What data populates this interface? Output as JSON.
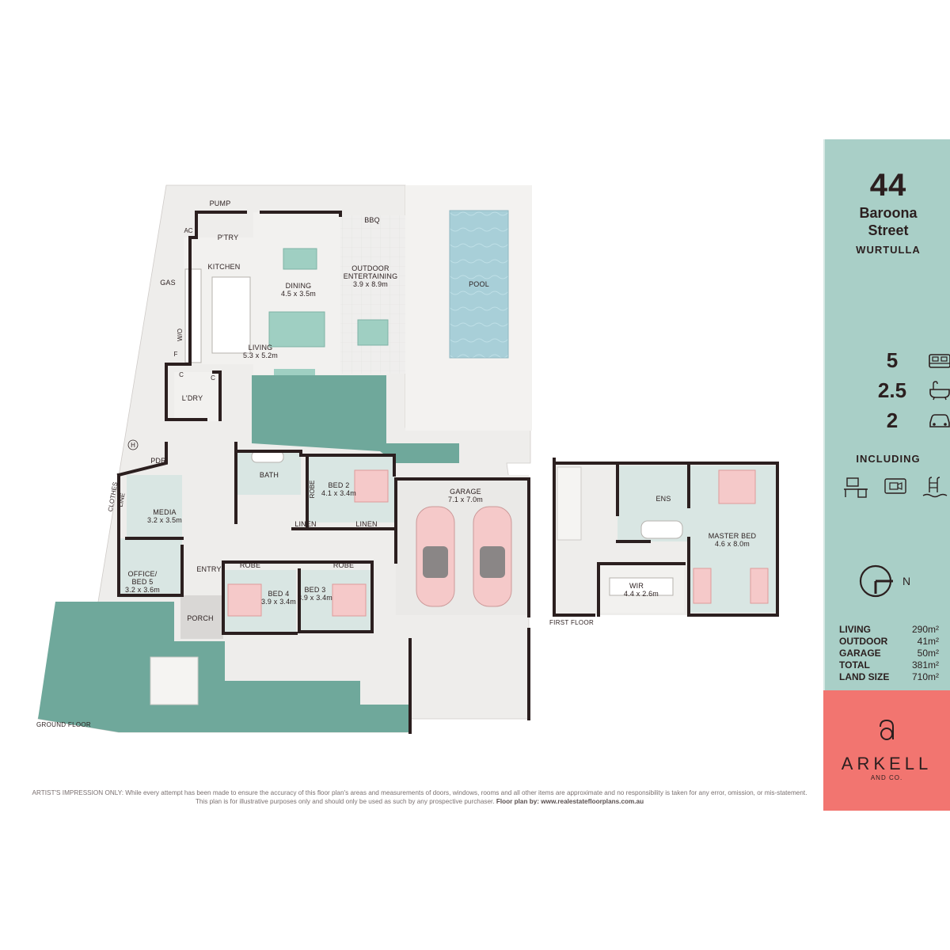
{
  "property": {
    "number": "44",
    "street": "Baroona\nStreet",
    "suburb": "WURTULLA"
  },
  "stats": [
    {
      "value": "5",
      "icon": "bed-icon"
    },
    {
      "value": "2.5",
      "icon": "bath-icon"
    },
    {
      "value": "2",
      "icon": "car-icon"
    }
  ],
  "including": {
    "heading": "INCLUDING",
    "icons": [
      "office-icon",
      "media-icon",
      "pool-icon"
    ]
  },
  "compass": {
    "label": "N"
  },
  "areas": [
    {
      "label": "LIVING",
      "value": "290m²"
    },
    {
      "label": "OUTDOOR",
      "value": "41m²"
    },
    {
      "label": "GARAGE",
      "value": "50m²"
    },
    {
      "label": "TOTAL",
      "value": "381m²"
    },
    {
      "label": "LAND SIZE",
      "value": "710m²"
    }
  ],
  "brand": {
    "name": "ARKELL",
    "sub": "AND CO."
  },
  "floors": {
    "ground": "GROUND FLOOR",
    "first": "FIRST FLOOR"
  },
  "rooms": {
    "pump": "PUMP",
    "ac": "AC",
    "ptry": "P'TRY",
    "kitchen": "KITCHEN",
    "gas": "GAS",
    "wo": "W/O",
    "f": "F",
    "bbq": "BBQ",
    "outdoor": "OUTDOOR",
    "entertaining": "ENTERTAINING",
    "outdoor_size": "3.9 x 8.9m",
    "pool": "POOL",
    "dining": "DINING",
    "dining_size": "4.5 x 3.5m",
    "living": "LIVING",
    "living_size": "5.3 x 5.2m",
    "c1": "C",
    "c2": "C",
    "ldry": "L'DRY",
    "h": "H",
    "pdr": "PDR",
    "bath": "BATH",
    "robe_v": "ROBE",
    "bed2": "BED 2",
    "bed2_size": "4.1 x 3.4m",
    "linen1": "LINEN",
    "linen2": "LINEN",
    "garage": "GARAGE",
    "garage_size": "7.1 x 7.0m",
    "clothes": "CLOTHES",
    "line": "LINE",
    "media": "MEDIA",
    "media_size": "3.2 x 3.5m",
    "entry": "ENTRY",
    "robe1": "ROBE",
    "robe2": "ROBE",
    "office": "OFFICE/",
    "bed5": "BED 5",
    "office_size": "3.2 x 3.6m",
    "bed4": "BED 4",
    "bed4_size": "3.9 x 3.4m",
    "bed3": "BED 3",
    "bed3_size": "3.9 x 3.4m",
    "porch": "PORCH",
    "ens": "ENS",
    "master": "MASTER BED",
    "master_size": "4.6 x 8.0m",
    "wir": "WIR",
    "wir_size": "4.4 x 2.6m"
  },
  "disclaimer": {
    "text": "ARTIST'S IMPRESSION ONLY: While every attempt has been made to ensure the accuracy of this floor plan's areas and measurements of doors, windows, rooms and all other items are approximate and no responsibility is taken for any error, omission, or mis-statement. This plan is for illustrative purposes only and should only be used as such by any prospective purchaser.",
    "credit": "Floor plan by: www.realestatefloorplans.com.au"
  }
}
